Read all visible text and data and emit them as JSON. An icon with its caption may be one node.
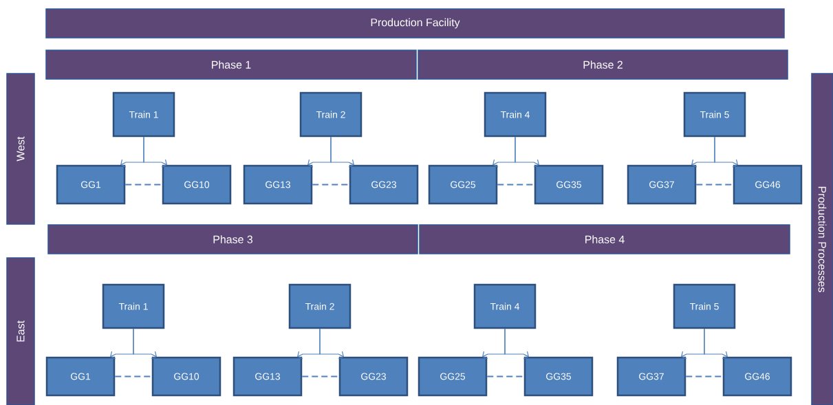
{
  "diagram": {
    "nodes": [
      {
        "text": [
          "Production Facility"
        ]
      },
      {
        "text": [
          "Phase 1"
        ]
      },
      {
        "text": [
          "Phase 2"
        ]
      },
      {
        "text": [
          "West"
        ]
      },
      {
        "text": [
          "Production Processes"
        ]
      },
      {
        "text": [
          "Train 1"
        ]
      },
      {
        "text": [
          "GG1"
        ]
      },
      {
        "text": [
          "GG10"
        ]
      },
      {
        "text": [
          "Train 2"
        ]
      },
      {
        "text": [
          "GG13"
        ]
      },
      {
        "text": [
          "GG23"
        ]
      },
      {
        "text": [
          "Train 4"
        ]
      },
      {
        "text": [
          "GG25"
        ]
      },
      {
        "text": [
          "GG35"
        ]
      },
      {
        "text": [
          "Train 5"
        ]
      },
      {
        "text": [
          "GG37"
        ]
      },
      {
        "text": [
          "GG46"
        ]
      },
      {
        "text": [
          "Phase 3"
        ]
      },
      {
        "text": [
          "Phase 4"
        ]
      },
      {
        "text": [
          "East"
        ]
      },
      {
        "text": [
          "Train 1"
        ]
      },
      {
        "text": [
          "GG1"
        ]
      },
      {
        "text": [
          "GG10"
        ]
      },
      {
        "text": [
          "Train 2"
        ]
      },
      {
        "text": [
          "GG13"
        ]
      },
      {
        "text": [
          "GG23"
        ]
      },
      {
        "text": [
          "Train 4"
        ]
      },
      {
        "text": [
          "GG25"
        ]
      },
      {
        "text": [
          "GG35"
        ]
      },
      {
        "text": [
          "Train 5"
        ]
      },
      {
        "text": [
          "GG37"
        ]
      },
      {
        "text": [
          "GG46"
        ]
      }
    ],
    "edges": [
      {
        "from": 5,
        "to": 6,
        "arrow": "to"
      },
      {
        "from": 5,
        "to": 7,
        "arrow": "to"
      },
      {
        "from": 6,
        "to": 7,
        "arrow": "none",
        "style": "dashed"
      },
      {
        "from": 8,
        "to": 9,
        "arrow": "to"
      },
      {
        "from": 8,
        "to": 10,
        "arrow": "to"
      },
      {
        "from": 9,
        "to": 10,
        "arrow": "none",
        "style": "dashed"
      },
      {
        "from": 11,
        "to": 12,
        "arrow": "to"
      },
      {
        "from": 11,
        "to": 13,
        "arrow": "to"
      },
      {
        "from": 12,
        "to": 13,
        "arrow": "none",
        "style": "dashed"
      },
      {
        "from": 14,
        "to": 15,
        "arrow": "to"
      },
      {
        "from": 14,
        "to": 16,
        "arrow": "to"
      },
      {
        "from": 15,
        "to": 16,
        "arrow": "none",
        "style": "dashed"
      },
      {
        "from": 20,
        "to": 21,
        "arrow": "to"
      },
      {
        "from": 20,
        "to": 22,
        "arrow": "to"
      },
      {
        "from": 21,
        "to": 22,
        "arrow": "none",
        "style": "dashed"
      },
      {
        "from": 23,
        "to": 24,
        "arrow": "to"
      },
      {
        "from": 23,
        "to": 25,
        "arrow": "to"
      },
      {
        "from": 24,
        "to": 25,
        "arrow": "none",
        "style": "dashed"
      },
      {
        "from": 26,
        "to": 27,
        "arrow": "to"
      },
      {
        "from": 26,
        "to": 28,
        "arrow": "to"
      },
      {
        "from": 27,
        "to": 28,
        "arrow": "none",
        "style": "dashed"
      },
      {
        "from": 29,
        "to": 30,
        "arrow": "to"
      },
      {
        "from": 29,
        "to": 31,
        "arrow": "to"
      },
      {
        "from": 30,
        "to": 31,
        "arrow": "none",
        "style": "dashed"
      }
    ]
  }
}
